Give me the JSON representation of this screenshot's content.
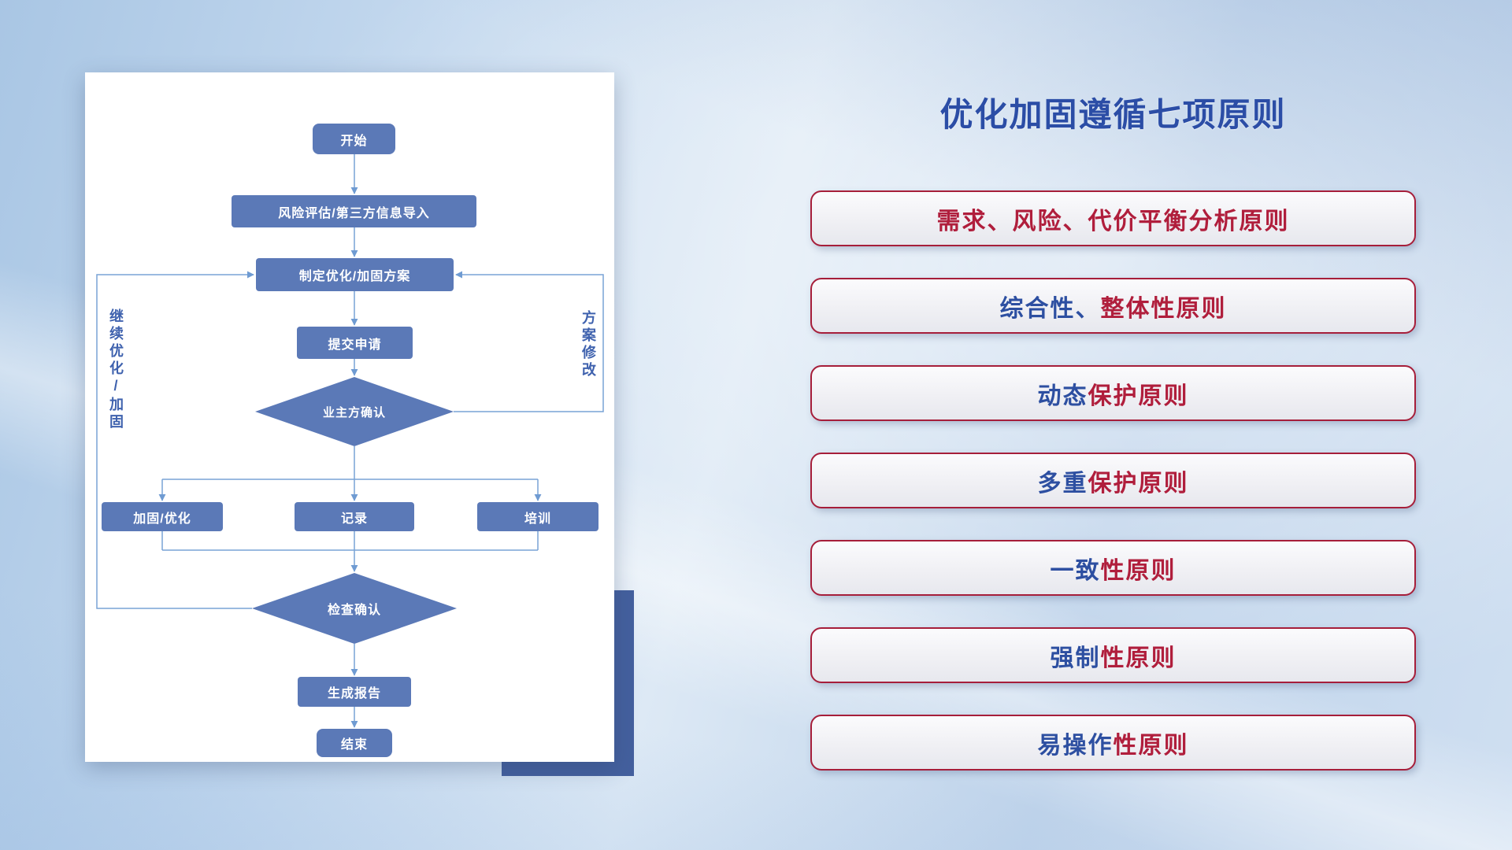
{
  "title": "优化加固遵循七项原则",
  "colors": {
    "node_fill": "#5b79b7",
    "connector": "#79a3d6",
    "accent_rect": "#44609e",
    "title_blue": "#2b4da6",
    "principle_blue": "#2d4fa1",
    "principle_red": "#b01e3c",
    "principle_border": "#a61e3a"
  },
  "flowchart": {
    "nodes": {
      "start": "开始",
      "risk_import": "风险评估/第三方信息导入",
      "plan": "制定优化/加固方案",
      "submit": "提交申请",
      "owner_confirm": "业主方确认",
      "reinforce": "加固/优化",
      "record": "记录",
      "training": "培训",
      "check_confirm": "检查确认",
      "report": "生成报告",
      "end": "结束"
    },
    "labels": {
      "left_loop": "继续优化/加固",
      "right_loop": "方案修改"
    }
  },
  "principles": [
    {
      "parts": [
        {
          "text": "需求、风险、代价平衡分析原则",
          "color": "red"
        }
      ]
    },
    {
      "parts": [
        {
          "text": "综合性、",
          "color": "blue"
        },
        {
          "text": "整体性原则",
          "color": "red"
        }
      ]
    },
    {
      "parts": [
        {
          "text": "动态",
          "color": "blue"
        },
        {
          "text": "保护原则",
          "color": "red"
        }
      ]
    },
    {
      "parts": [
        {
          "text": "多重",
          "color": "blue"
        },
        {
          "text": "保护原则",
          "color": "red"
        }
      ]
    },
    {
      "parts": [
        {
          "text": "一致",
          "color": "blue"
        },
        {
          "text": "性原则",
          "color": "red"
        }
      ]
    },
    {
      "parts": [
        {
          "text": "强制",
          "color": "blue"
        },
        {
          "text": "性原则",
          "color": "red"
        }
      ]
    },
    {
      "parts": [
        {
          "text": "易操作",
          "color": "blue"
        },
        {
          "text": "性原则",
          "color": "red"
        }
      ]
    }
  ]
}
